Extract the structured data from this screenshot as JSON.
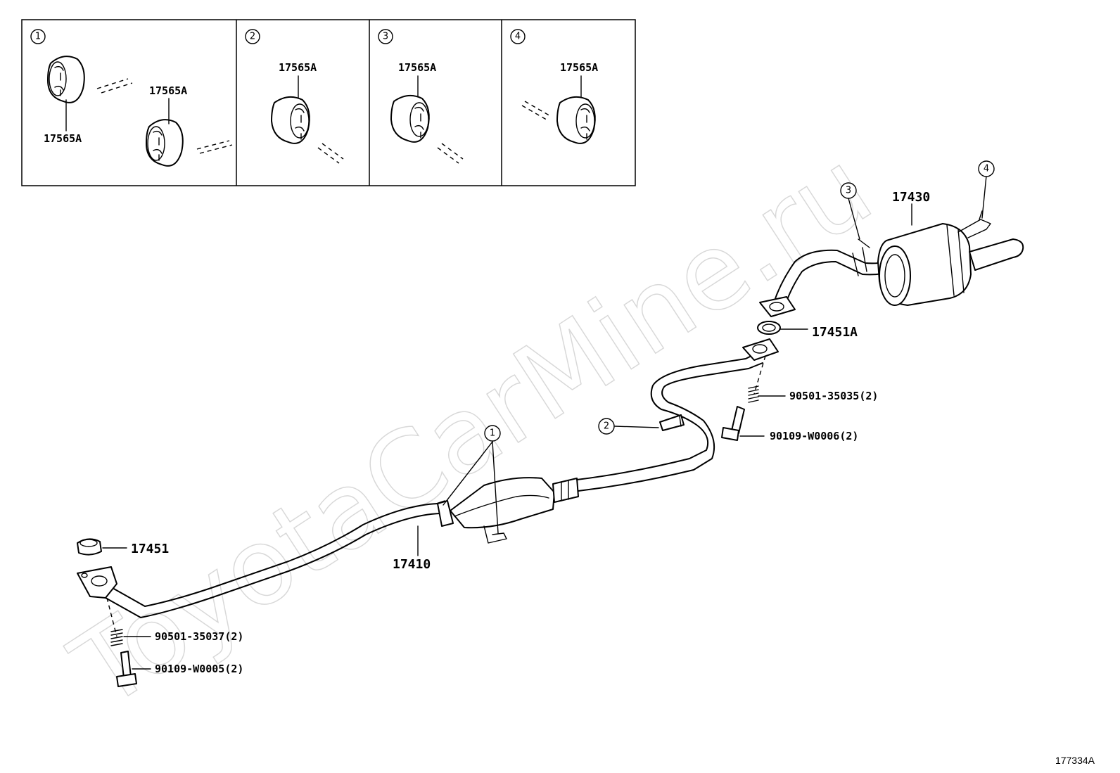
{
  "watermark": "ToyotaCarMine.ru",
  "diagram_code": "177334A",
  "inset": {
    "panels": [
      {
        "number": "1",
        "parts": [
          "17565A",
          "17565A"
        ]
      },
      {
        "number": "2",
        "parts": [
          "17565A"
        ]
      },
      {
        "number": "3",
        "parts": [
          "17565A"
        ]
      },
      {
        "number": "4",
        "parts": [
          "17565A"
        ]
      }
    ]
  },
  "callouts": {
    "c1": "1",
    "c2": "2",
    "c3": "3",
    "c4": "4"
  },
  "parts": {
    "front_pipe": "17410",
    "tailpipe": "17430",
    "gasket_front": "17451",
    "gasket_center": "17451A",
    "spring_front": "90501-35037(2)",
    "bolt_front": "90109-W0005(2)",
    "spring_center": "90501-35035(2)",
    "bolt_center": "90109-W0006(2)"
  }
}
